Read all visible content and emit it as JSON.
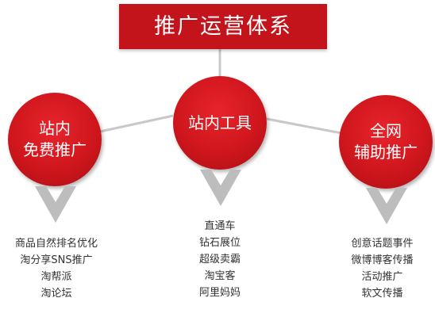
{
  "title": "推广运营体系",
  "colors": {
    "primary_red": "#c4141b",
    "chevron_gray": "#bdbdbd",
    "connector_gray": "#c8c8c8",
    "item_text": "#333333"
  },
  "branches": [
    {
      "label_lines": [
        "站内",
        "免费推广"
      ],
      "items": [
        "商品自然排名优化",
        "淘分享SNS推广",
        "淘帮派",
        "淘论坛"
      ]
    },
    {
      "label_lines": [
        "站内工具"
      ],
      "items": [
        "直通车",
        "钻石展位",
        "超级卖霸",
        "淘宝客",
        "阿里妈妈"
      ]
    },
    {
      "label_lines": [
        "全网",
        "辅助推广"
      ],
      "items": [
        "创意话题事件",
        "微博博客传播",
        "活动推广",
        "软文传播"
      ]
    }
  ]
}
